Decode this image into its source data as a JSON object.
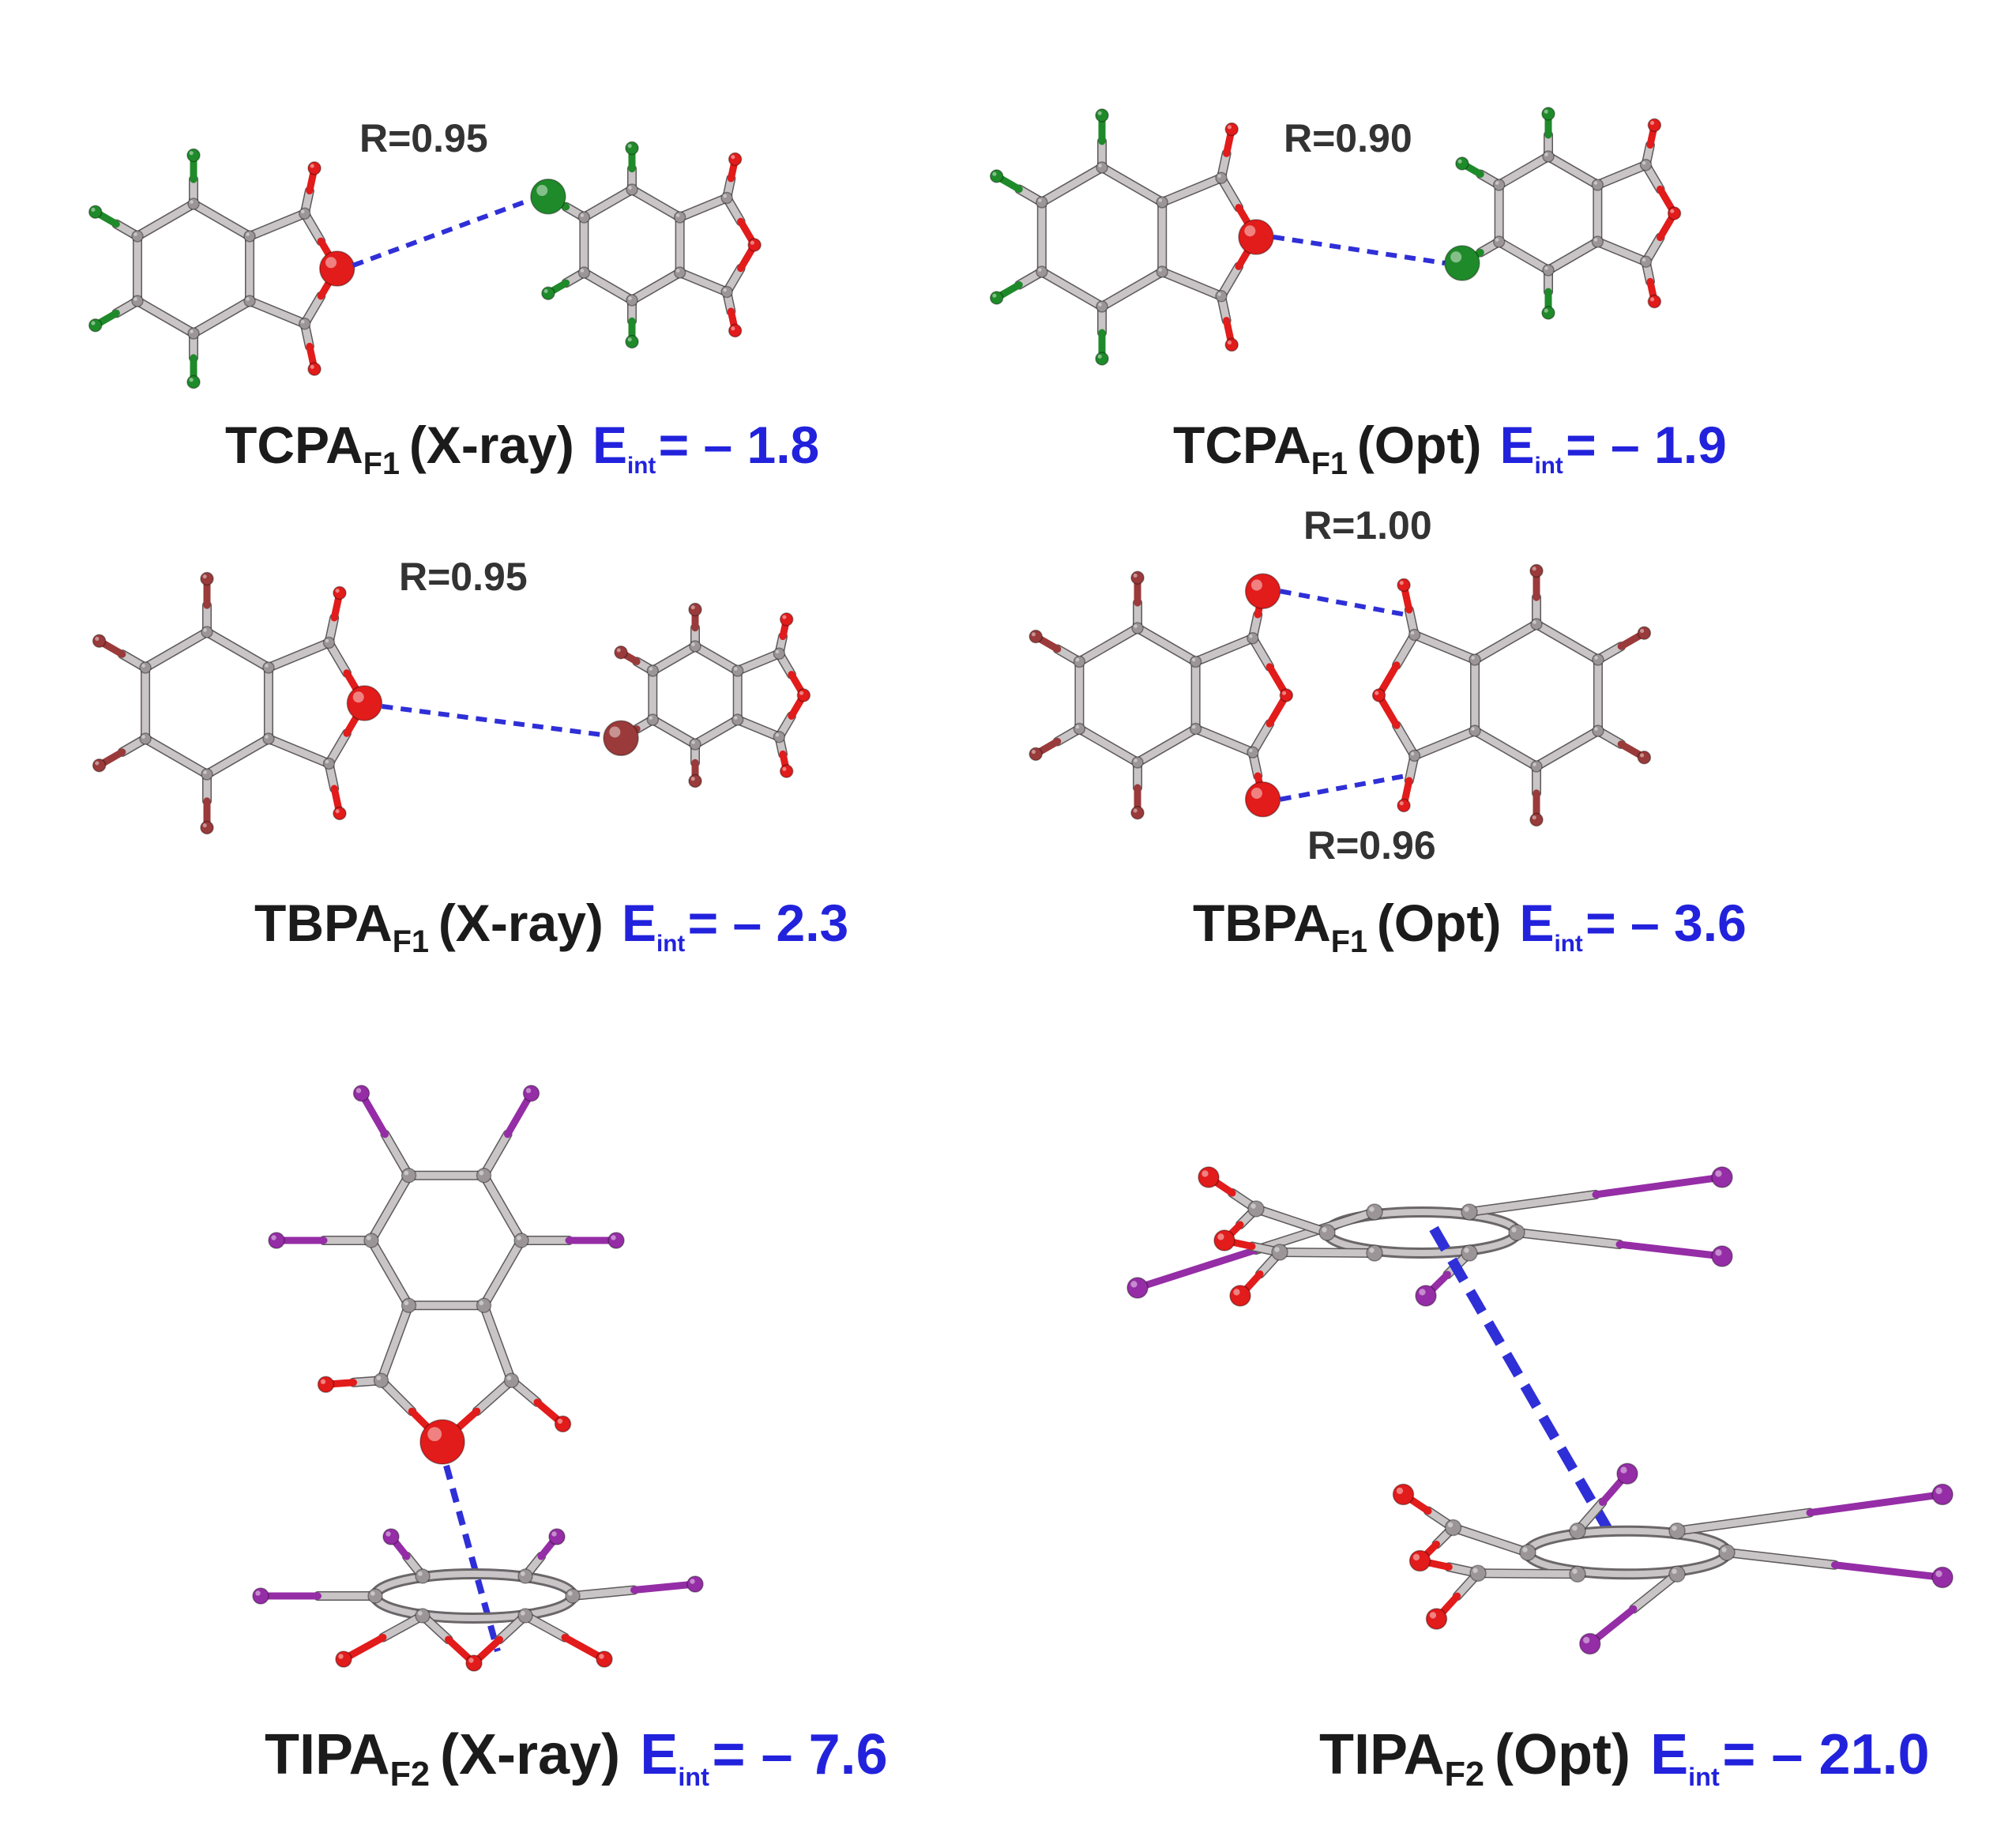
{
  "colors": {
    "carbon": "#9b9598",
    "oxygen": "#e21b1b",
    "chlorine": "#1f8a2a",
    "bromine": "#9a3a3a",
    "iodine": "#952da6",
    "contact_line": "#2f2fd8",
    "name_text": "#1b1b1b",
    "energy_text": "#2222dd"
  },
  "panels": [
    {
      "id": "tcpa-xray",
      "name": "TCPA",
      "subscript": "F1",
      "method": "(X-ray)",
      "energy_symbol": "E",
      "energy_sub": "int",
      "energy_value": "= – 1.8",
      "r_labels": [
        "R=0.95"
      ],
      "halogen": "chlorine"
    },
    {
      "id": "tcpa-opt",
      "name": "TCPA",
      "subscript": "F1",
      "method": "(Opt)",
      "energy_symbol": "E",
      "energy_sub": "int",
      "energy_value": "= – 1.9",
      "r_labels": [
        "R=0.90"
      ],
      "halogen": "chlorine"
    },
    {
      "id": "tbpa-xray",
      "name": "TBPA",
      "subscript": "F1",
      "method": "(X-ray)",
      "energy_symbol": "E",
      "energy_sub": "int",
      "energy_value": "= – 2.3",
      "r_labels": [
        "R=0.95"
      ],
      "halogen": "bromine"
    },
    {
      "id": "tbpa-opt",
      "name": "TBPA",
      "subscript": "F1",
      "method": "(Opt)",
      "energy_symbol": "E",
      "energy_sub": "int",
      "energy_value": "= – 3.6",
      "r_labels": [
        "R=1.00",
        "R=0.96"
      ],
      "halogen": "bromine"
    },
    {
      "id": "tipa-xray",
      "name": "TIPA",
      "subscript": "F2",
      "method": "(X-ray)",
      "energy_symbol": "E",
      "energy_sub": "int",
      "energy_value": "= – 7.6",
      "r_labels": [],
      "halogen": "iodine"
    },
    {
      "id": "tipa-opt",
      "name": "TIPA",
      "subscript": "F2",
      "method": "(Opt)",
      "energy_symbol": "E",
      "energy_sub": "int",
      "energy_value": "= – 21.0",
      "r_labels": [],
      "halogen": "iodine"
    }
  ]
}
